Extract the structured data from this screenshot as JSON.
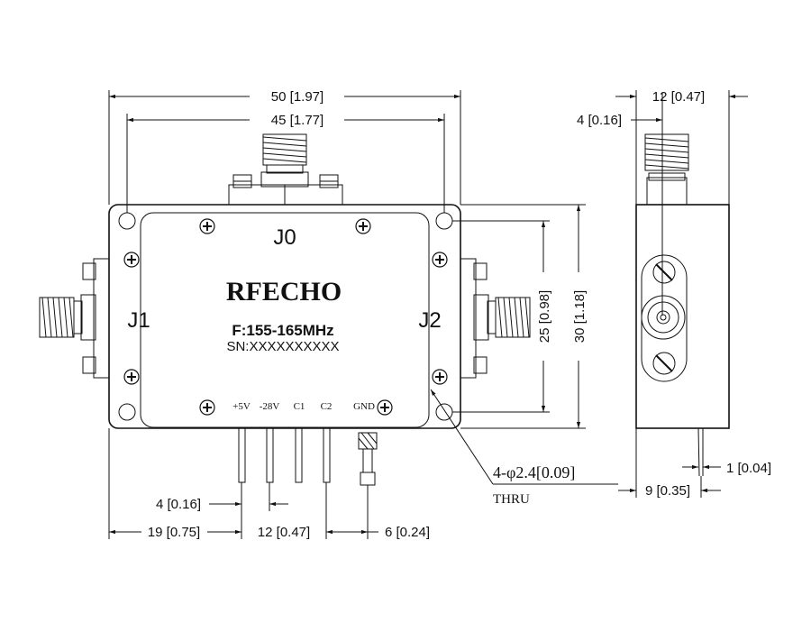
{
  "product": {
    "brand": "RFECHO",
    "frequency": "F:155-165MHz",
    "serial": "SN:XXXXXXXXXX"
  },
  "ports": {
    "j0": "J0",
    "j1": "J1",
    "j2": "J2"
  },
  "pins": [
    "+5V",
    "-28V",
    "C1",
    "C2",
    "GND"
  ],
  "dimensions": {
    "overall_width": "50 [1.97]",
    "hole_spacing_width": "45 [1.77]",
    "overall_height": "30 [1.18]",
    "hole_spacing_height": "25 [0.98]",
    "pin_pitch": "4 [0.16]",
    "pin_offset": "19 [0.75]",
    "pin_span": "12 [0.47]",
    "gnd_offset": "6 [0.24]",
    "side_width": "12 [0.47]",
    "side_connector_offset": "4 [0.16]",
    "side_pin_offset": "9 [0.35]",
    "pin_length": "1 [0.04]"
  },
  "holes_note": {
    "callout": "4-φ2.4[0.09]",
    "thru": "THRU"
  }
}
